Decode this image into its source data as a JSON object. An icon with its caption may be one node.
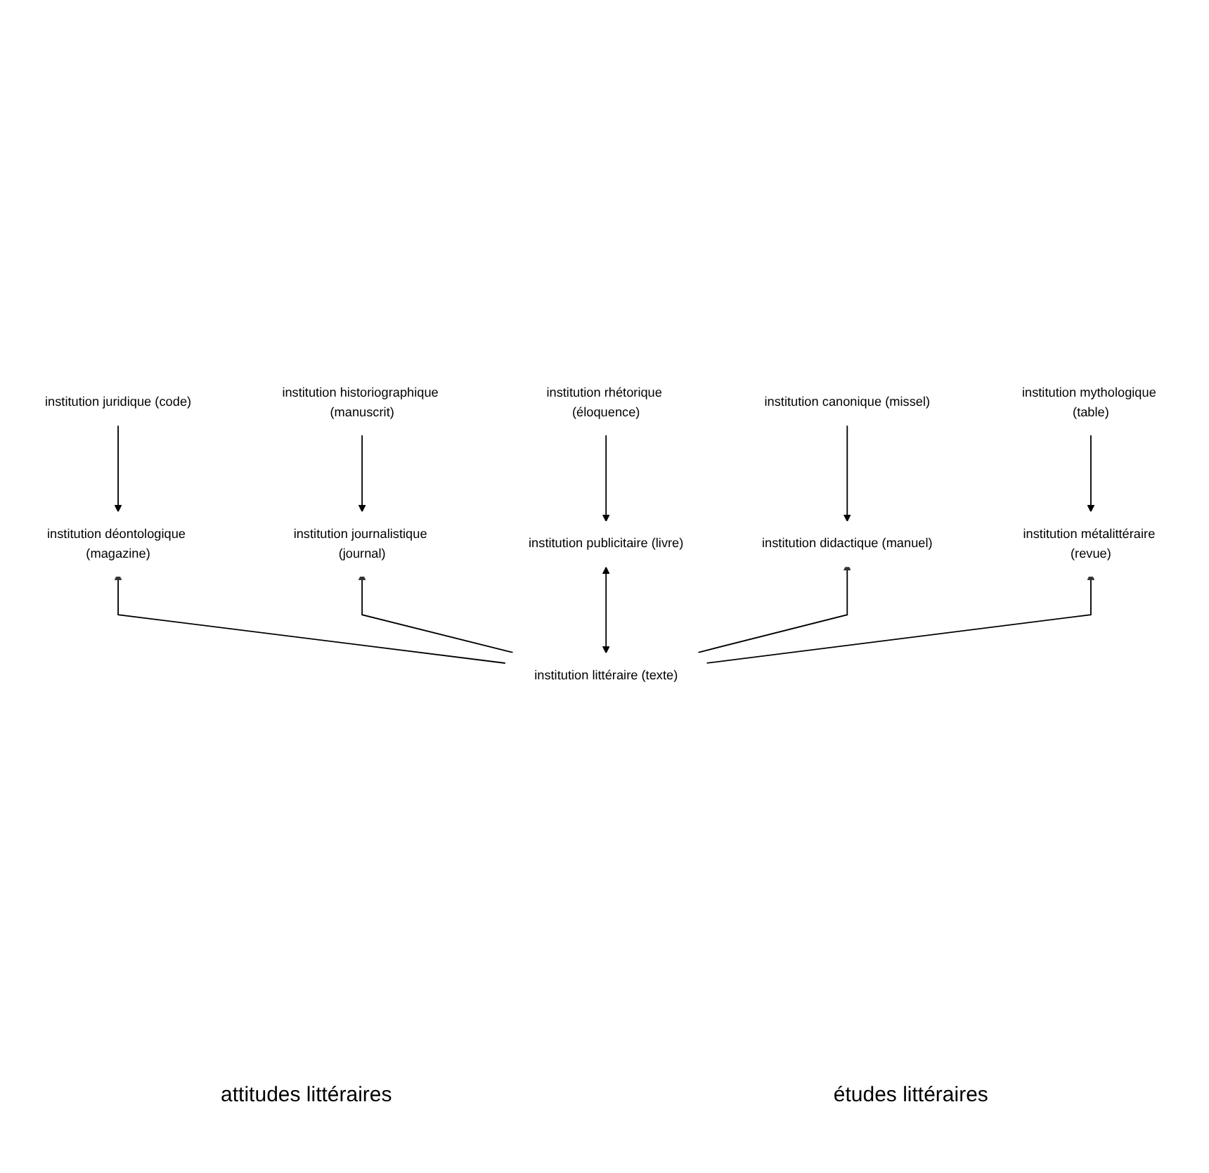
{
  "diagram": {
    "nodes": [
      {
        "text": [
          "institution juridique (code)"
        ]
      },
      {
        "text": [
          "institution historiographique (manuscrit)"
        ]
      },
      {
        "text": [
          "institution rhétorique (éloquence)"
        ]
      },
      {
        "text": [
          "institution canonique (missel)"
        ]
      },
      {
        "text": [
          "institution mythologique (table)"
        ]
      },
      {
        "text": [
          "institution déontologique (magazine)"
        ]
      },
      {
        "text": [
          "institution journalistique (journal)"
        ]
      },
      {
        "text": [
          "institution publicitaire (livre)"
        ]
      },
      {
        "text": [
          "institution didactique (manuel)"
        ]
      },
      {
        "text": [
          "institution métalittéraire (revue)"
        ]
      },
      {
        "text": [
          "institution littéraire (texte)"
        ]
      }
    ],
    "edges": [
      {
        "from": 0,
        "to": 5,
        "arrow": "to"
      },
      {
        "from": 1,
        "to": 6,
        "arrow": "to"
      },
      {
        "from": 2,
        "to": 7,
        "arrow": "to"
      },
      {
        "from": 3,
        "to": 8,
        "arrow": "to"
      },
      {
        "from": 4,
        "to": 9,
        "arrow": "to"
      },
      {
        "from": 10,
        "to": 5,
        "arrow": "to"
      },
      {
        "from": 10,
        "to": 6,
        "arrow": "to"
      },
      {
        "from": 7,
        "to": 10,
        "arrow": "both"
      },
      {
        "from": 10,
        "to": 8,
        "arrow": "to"
      },
      {
        "from": 10,
        "to": 9,
        "arrow": "to"
      }
    ],
    "labels": [
      "attitudes littéraires",
      "études littéraires"
    ]
  }
}
